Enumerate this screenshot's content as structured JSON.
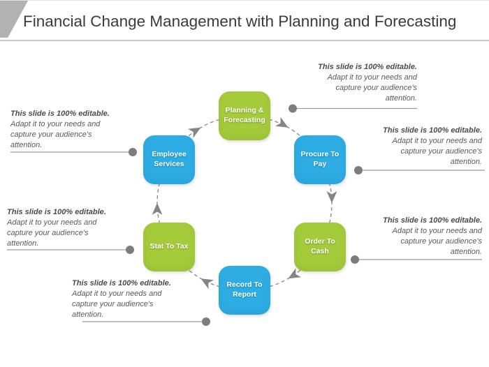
{
  "slide": {
    "title": "Financial Change Management with Planning and Forecasting"
  },
  "colors": {
    "node_green": "#a4cb3a",
    "node_blue": "#2dade4",
    "connector_gray": "#8e8e8e",
    "arrowhead_gray": "#848484",
    "dot_gray": "#7d7d7d",
    "accent_gray": "#b2b2b2",
    "title_text": "#3b3b3b",
    "callout_text": "#595959"
  },
  "diagram": {
    "flow_direction": "clockwise",
    "nodes": [
      {
        "label": "Planning & Forecasting",
        "color": "#a4cb3a",
        "position": "top"
      },
      {
        "label": "Procure To Pay",
        "color": "#2dade4",
        "position": "upper-right"
      },
      {
        "label": "Order To Cash",
        "color": "#a4cb3a",
        "position": "lower-right"
      },
      {
        "label": "Record To Report",
        "color": "#2dade4",
        "position": "bottom"
      },
      {
        "label": "Stat To Tax",
        "color": "#a4cb3a",
        "position": "lower-left"
      },
      {
        "label": "Employee Services",
        "color": "#2dade4",
        "position": "upper-left"
      }
    ]
  },
  "callouts": [
    {
      "target": "planning-forecasting",
      "bold": "This slide is 100% editable.",
      "rest": "Adapt it to your needs and capture your audience's attention."
    },
    {
      "target": "procure-to-pay",
      "bold": "This slide is 100% editable.",
      "rest": "Adapt it to your needs and capture your audience's attention."
    },
    {
      "target": "order-to-cash",
      "bold": "This slide is 100% editable.",
      "rest": "Adapt it to your needs and capture your audience's attention."
    },
    {
      "target": "record-to-report",
      "bold": "This slide is 100% editable.",
      "rest": "Adapt it to your needs and capture your audience's attention."
    },
    {
      "target": "stat-to-tax",
      "bold": "This slide is 100% editable.",
      "rest": "Adapt it to your needs and capture your audience's attention."
    },
    {
      "target": "employee-services",
      "bold": "This slide is 100% editable.",
      "rest": "Adapt it to your needs and capture your audience's attention."
    }
  ]
}
